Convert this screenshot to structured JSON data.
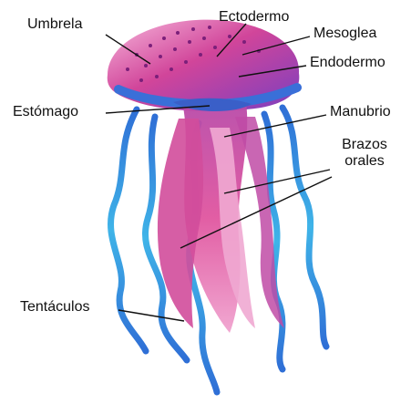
{
  "labels": {
    "umbrela": "Umbrela",
    "ectodermo": "Ectodermo",
    "mesoglea": "Mesoglea",
    "endodermo": "Endodermo",
    "estomago": "Estómago",
    "manubrio": "Manubrio",
    "brazos_line1": "Brazos",
    "brazos_line2": "orales",
    "tentaculos": "Tentáculos"
  },
  "colors": {
    "tentacle_blue": "#2f6fd6",
    "tentacle_cyan": "#3fb4e8",
    "bell_magenta": "#d1459a",
    "bell_pink": "#f4a6d2",
    "arm_pink": "#e0559f",
    "dot_purple": "#7b1f7a",
    "leader_line": "#111111"
  }
}
